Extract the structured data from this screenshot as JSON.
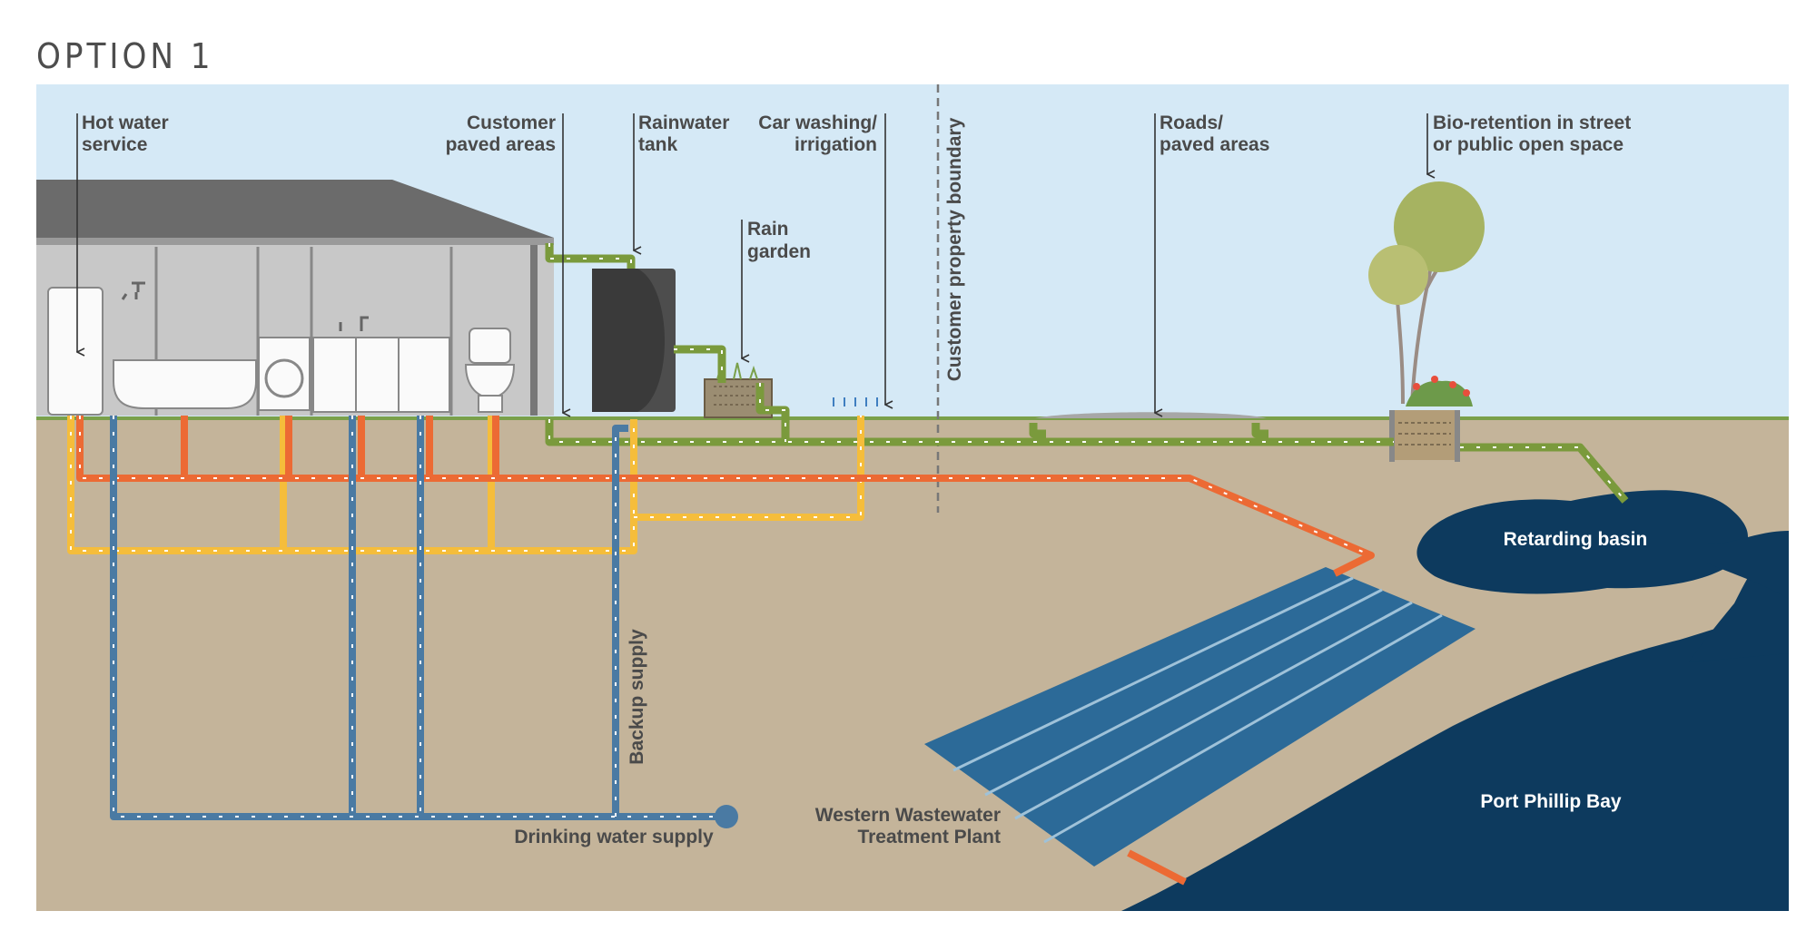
{
  "title": "OPTION 1",
  "labels": {
    "hot_water_1": "Hot water",
    "hot_water_2": "service",
    "customer_paved_1": "Customer",
    "customer_paved_2": "paved areas",
    "rainwater_1": "Rainwater",
    "rainwater_2": "tank",
    "car_washing_1": "Car washing/",
    "car_washing_2": "irrigation",
    "rain_garden_1": "Rain",
    "rain_garden_2": "garden",
    "property_boundary": "Customer property boundary",
    "roads_1": "Roads/",
    "roads_2": "paved areas",
    "bioretention_1": "Bio-retention in street",
    "bioretention_2": "or public open space",
    "retarding_basin": "Retarding basin",
    "backup_supply": "Backup supply",
    "drinking_water": "Drinking water supply",
    "wwtp_1": "Western Wastewater",
    "wwtp_2": "Treatment Plant",
    "port_phillip": "Port Phillip Bay"
  },
  "colors": {
    "sky": "#d5e9f6",
    "ground": "#c4b49a",
    "drinking_water_pipe": "#4a7aa3",
    "wastewater_pipe": "#ec6a34",
    "recycled_water_pipe": "#f5bd3b",
    "stormwater_pipe": "#7a9a3c",
    "bay": "#0d3a5e",
    "treatment_ponds": "#2c6a98",
    "house": "#777777"
  }
}
